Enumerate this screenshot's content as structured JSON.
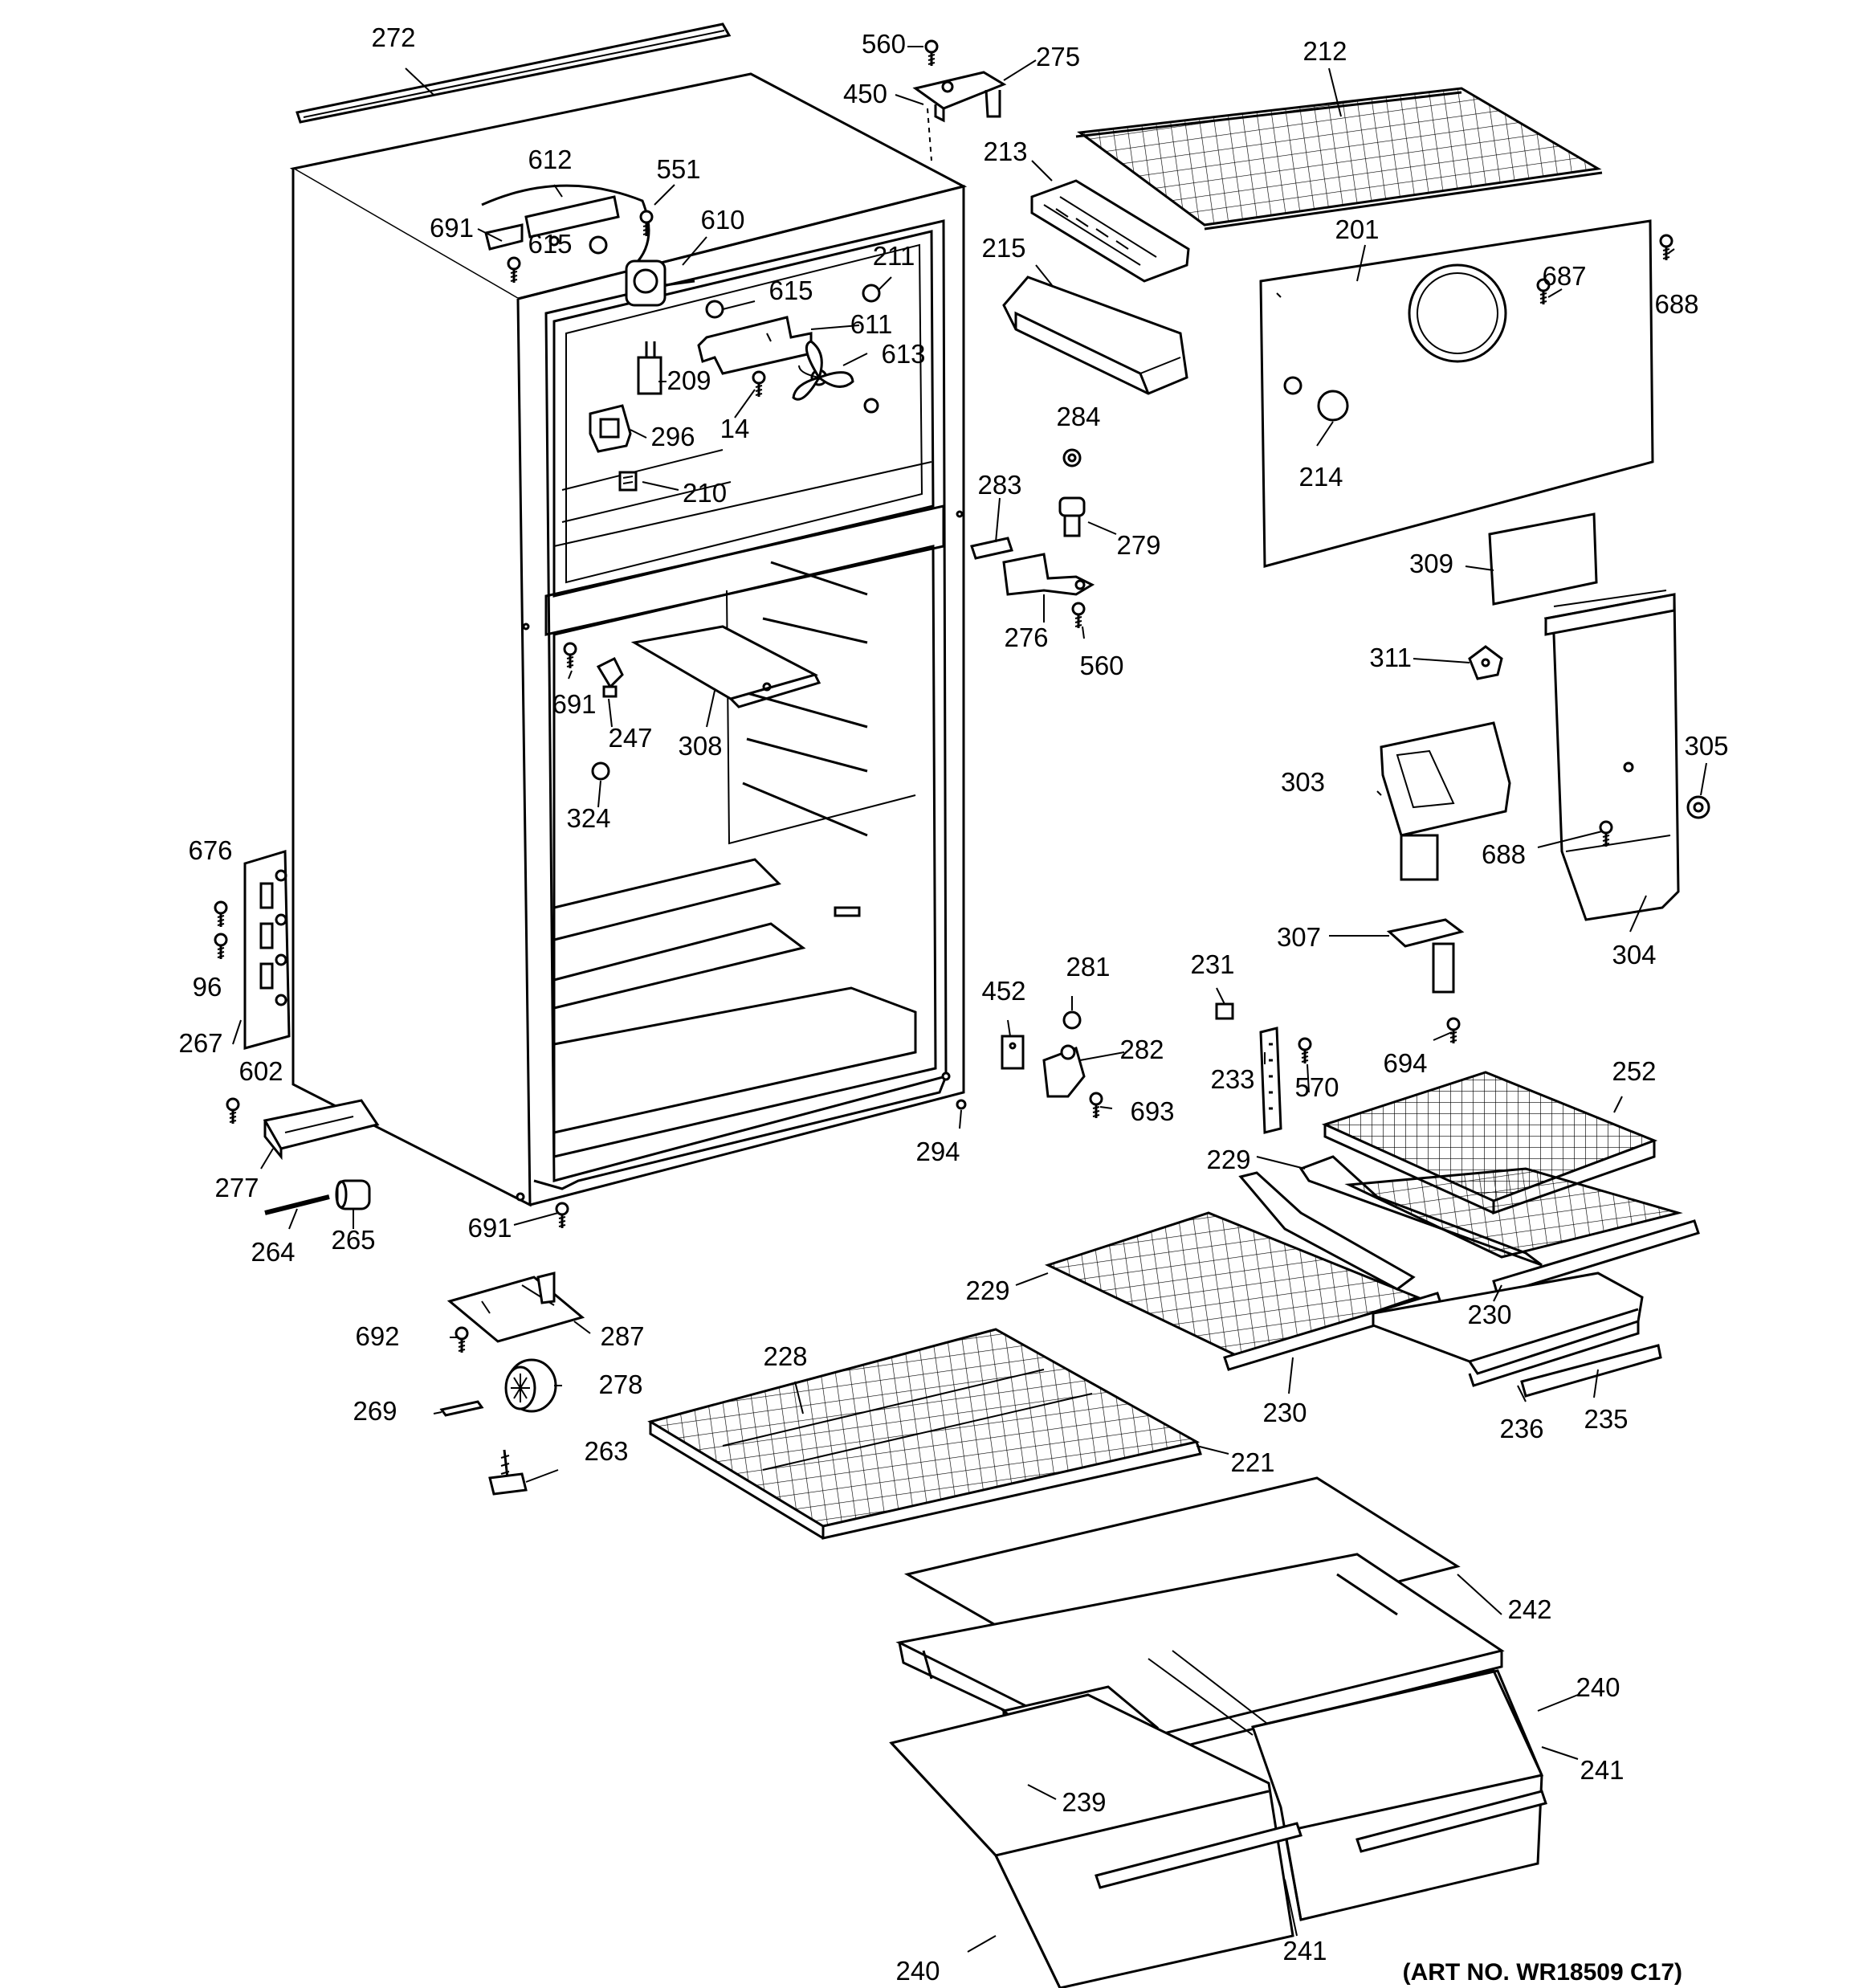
{
  "art_number": "(ART NO. WR18509 C17)",
  "callouts": [
    {
      "n": "272"
    },
    {
      "n": "560"
    },
    {
      "n": "275"
    },
    {
      "n": "450"
    },
    {
      "n": "212"
    },
    {
      "n": "213"
    },
    {
      "n": "612"
    },
    {
      "n": "551"
    },
    {
      "n": "691"
    },
    {
      "n": "615"
    },
    {
      "n": "610"
    },
    {
      "n": "211"
    },
    {
      "n": "215"
    },
    {
      "n": "201"
    },
    {
      "n": "687"
    },
    {
      "n": "688"
    },
    {
      "n": "615"
    },
    {
      "n": "611"
    },
    {
      "n": "209"
    },
    {
      "n": "613"
    },
    {
      "n": "14"
    },
    {
      "n": "296"
    },
    {
      "n": "284"
    },
    {
      "n": "214"
    },
    {
      "n": "210"
    },
    {
      "n": "283"
    },
    {
      "n": "279"
    },
    {
      "n": "309"
    },
    {
      "n": "276"
    },
    {
      "n": "560"
    },
    {
      "n": "311"
    },
    {
      "n": "691"
    },
    {
      "n": "247"
    },
    {
      "n": "308"
    },
    {
      "n": "305"
    },
    {
      "n": "324"
    },
    {
      "n": "303"
    },
    {
      "n": "688"
    },
    {
      "n": "676"
    },
    {
      "n": "304"
    },
    {
      "n": "307"
    },
    {
      "n": "96"
    },
    {
      "n": "452"
    },
    {
      "n": "281"
    },
    {
      "n": "231"
    },
    {
      "n": "267"
    },
    {
      "n": "282"
    },
    {
      "n": "694"
    },
    {
      "n": "233"
    },
    {
      "n": "570"
    },
    {
      "n": "252"
    },
    {
      "n": "602"
    },
    {
      "n": "693"
    },
    {
      "n": "294"
    },
    {
      "n": "229"
    },
    {
      "n": "277"
    },
    {
      "n": "691"
    },
    {
      "n": "264"
    },
    {
      "n": "265"
    },
    {
      "n": "229"
    },
    {
      "n": "230"
    },
    {
      "n": "692"
    },
    {
      "n": "287"
    },
    {
      "n": "228"
    },
    {
      "n": "230"
    },
    {
      "n": "278"
    },
    {
      "n": "236"
    },
    {
      "n": "235"
    },
    {
      "n": "269"
    },
    {
      "n": "221"
    },
    {
      "n": "263"
    },
    {
      "n": "242"
    },
    {
      "n": "240"
    },
    {
      "n": "241"
    },
    {
      "n": "239"
    },
    {
      "n": "241"
    },
    {
      "n": "240"
    }
  ]
}
